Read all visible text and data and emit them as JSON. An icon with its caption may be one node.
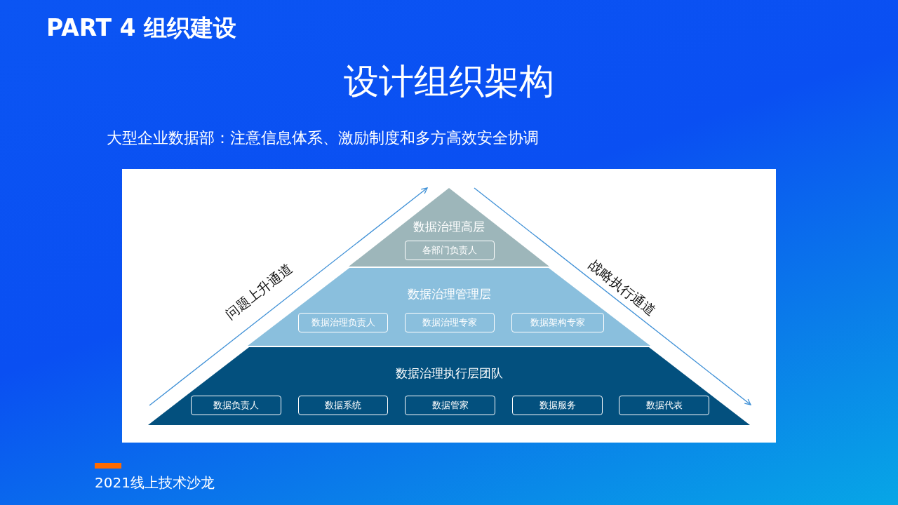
{
  "diagram": {
    "title": "设计组织架构",
    "nodes": [
      {
        "text": [
          "数据治理高层"
        ]
      },
      {
        "text": [
          "各部门负责人"
        ],
        "in": 0
      },
      {
        "text": [
          "数据治理管理层"
        ]
      },
      {
        "text": [
          "数据治理负责人"
        ],
        "in": 2
      },
      {
        "text": [
          "数据治理专家"
        ],
        "in": 2
      },
      {
        "text": [
          "数据架构专家"
        ],
        "in": 2
      },
      {
        "text": [
          "数据治理执行层团队"
        ]
      },
      {
        "text": [
          "数据负责人"
        ],
        "in": 6
      },
      {
        "text": [
          "数据系统"
        ],
        "in": 6
      },
      {
        "text": [
          "数据管家"
        ],
        "in": 6
      },
      {
        "text": [
          "数据服务"
        ],
        "in": 6
      },
      {
        "text": [
          "数据代表"
        ],
        "in": 6
      }
    ],
    "labels": [
      "PART 4 组织建设",
      "大型企业数据部：注意信息体系、激励制度和多方高效安全协调",
      "问题上升通道",
      "战略执行通道",
      "2021线上技术沙龙"
    ]
  }
}
